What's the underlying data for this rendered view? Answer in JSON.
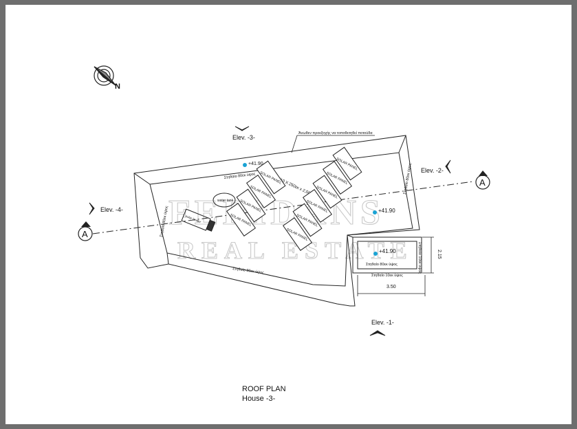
{
  "north_label": "N",
  "elevations": {
    "elev1": "Elev. -1-",
    "elev2": "Elev. -2-",
    "elev3": "Elev. -3-",
    "elev4": "Elev. -4-"
  },
  "section_marker": "A",
  "top_note": "Άνωθεν προεξοχής να τοποθετηθεί ποτούδα",
  "levels": {
    "main": "+41.90",
    "right": "+41.90",
    "stair": "+41.90"
  },
  "parapet_labels": {
    "top": "Στηθαίο 80εκ ύψος",
    "left": "Στηθαίο 80εκ ύψος",
    "right": "Στηθαίο 80εκ ύψος",
    "bottom": "Στηθαίο 80εκ ύψος",
    "stair_top": "Στηθαίο 80εκ ύψος",
    "stair_bottom": "Στηθαίο 10εκ ύψος",
    "stair_right": "Στηθαίο 10εκ ύψος"
  },
  "panel_note": "(10 X 250εκ x 2,50εκ)",
  "water_tank": "water tank",
  "heater_label": "solar heater",
  "solar_panel_label": "SOLAR PANEL",
  "dimensions": {
    "width": "3.50",
    "height": "2.15"
  },
  "watermark": {
    "line1": "FERIDANS",
    "line2": "REAL ESTATE"
  },
  "title": {
    "line1": "ROOF PLAN",
    "line2": "House -3-"
  }
}
